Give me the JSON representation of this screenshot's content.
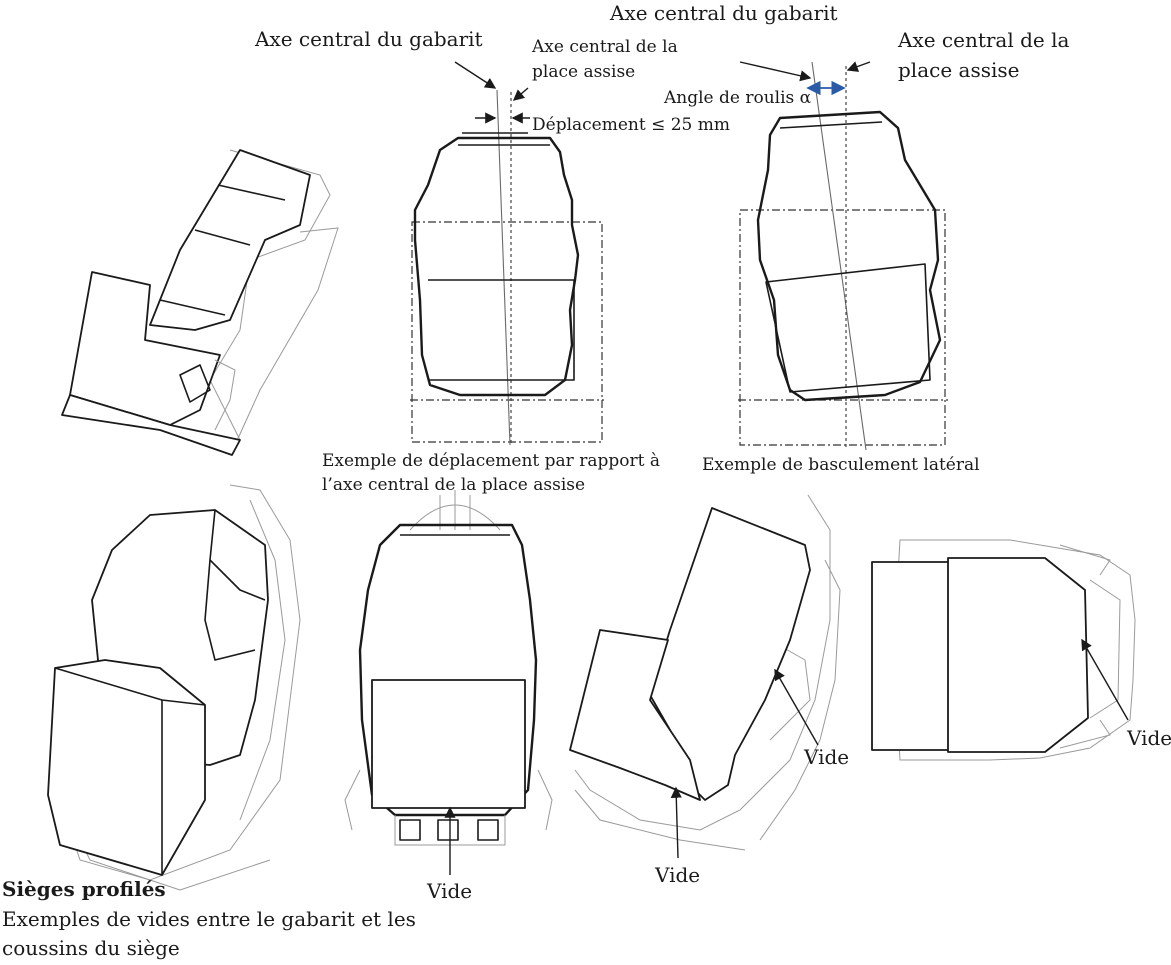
{
  "labels": {
    "axe_gabarit_left": "Axe central du gabarit",
    "axe_place_left_1": "Axe central de la",
    "axe_place_left_2": "place assise",
    "deplacement": "Déplacement ≤ 25 mm",
    "axe_gabarit_right": "Axe central du gabarit",
    "axe_place_right_1": "Axe central de la",
    "axe_place_right_2": "place assise",
    "angle_roulis": "Angle de roulis α",
    "caption_deplacement_1": "Exemple de déplacement par rapport à",
    "caption_deplacement_2": "l’axe central de la place assise",
    "caption_basculement": "Exemple de basculement latéral",
    "vide_1": "Vide",
    "vide_2": "Vide",
    "vide_3": "Vide",
    "vide_4": "Vide",
    "title": "Sièges profilés",
    "subtitle_1": "Exemples de vides entre le gabarit et les",
    "subtitle_2": "coussins du siège"
  },
  "colors": {
    "line": "#1a1a1a",
    "roll_angle_arrow": "#2a5aa8"
  }
}
